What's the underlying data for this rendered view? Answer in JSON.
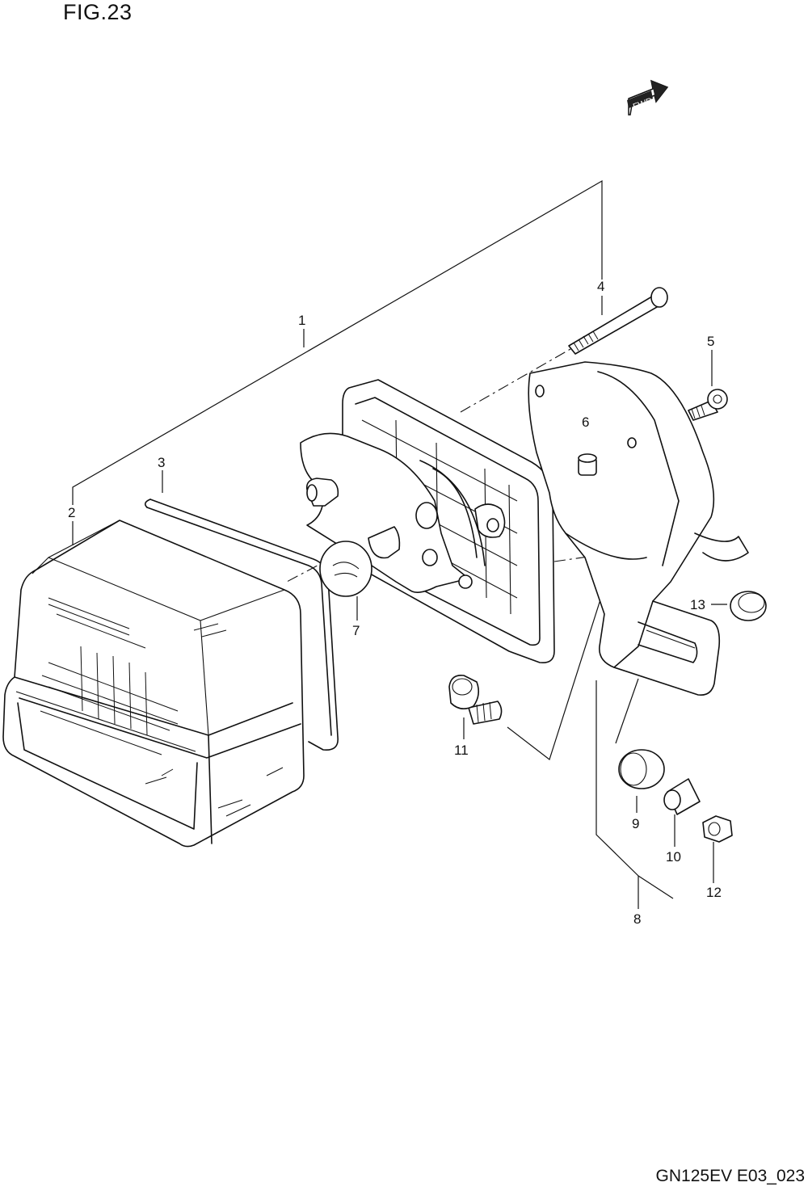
{
  "figure": {
    "title": "FIG.23",
    "code": "GN125EV E03_023",
    "fwd_label": "FWD"
  },
  "callouts": [
    "1",
    "2",
    "3",
    "4",
    "5",
    "6",
    "7",
    "8",
    "9",
    "10",
    "11",
    "12",
    "13"
  ],
  "icons": {
    "fwd": "forward-arrow-icon"
  }
}
